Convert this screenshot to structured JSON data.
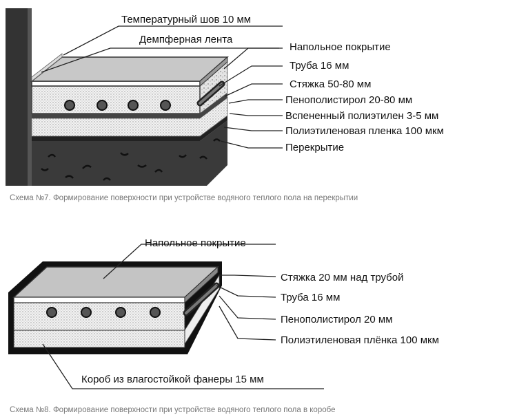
{
  "scheme7": {
    "labels": [
      "Температурный шов 10 мм",
      "Демпферная лента",
      "Напольное покрытие",
      "Труба 16 мм",
      "Стяжка 50-80 мм",
      "Пенополистирол 20-80 мм",
      "Вспененный полиэтилен 3-5 мм",
      "Полиэтиленовая пленка 100 мкм",
      "Перекрытие"
    ],
    "caption": "Схема №7. Формирование поверхности при устройстве водяного теплого пола на перекрытии"
  },
  "scheme8": {
    "labels": [
      "Напольное покрытие",
      "Стяжка 20 мм над трубой",
      "Труба 16 мм",
      "Пенополистирол 20 мм",
      "Полиэтиленовая плёнка 100 мкм",
      "Короб из влагостойкой фанеры 15 мм"
    ],
    "caption": "Схема №8. Формирование поверхности при устройстве водяного теплого пола в коробе"
  }
}
